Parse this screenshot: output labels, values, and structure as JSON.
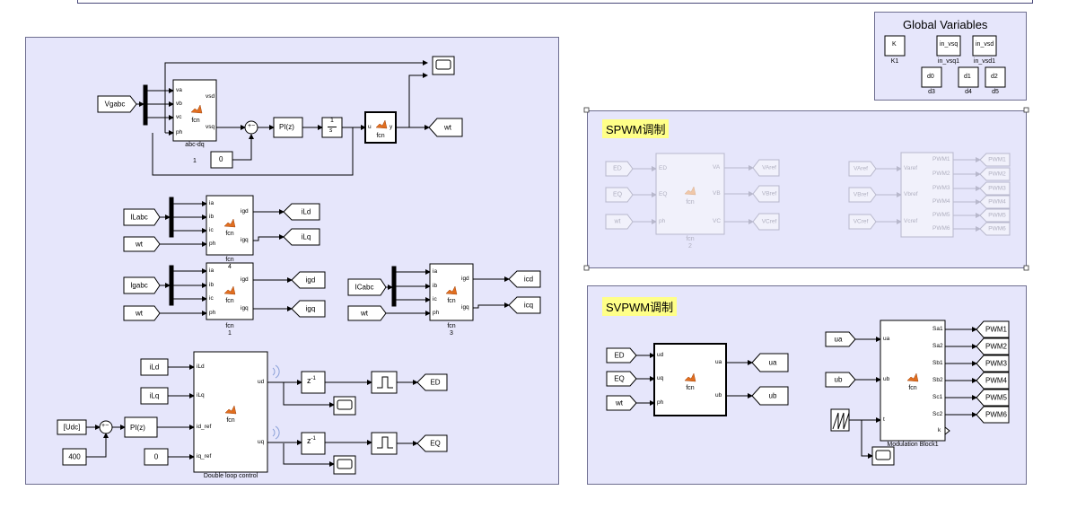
{
  "areas": {
    "global_vars_title": "Global Variables",
    "spwm_title": "SPWM调制",
    "svpwm_title": "SVPWM调制"
  },
  "global_vars": {
    "k1_block": "K",
    "k1_label": "K1",
    "in_vsq_block": "in_vsq",
    "in_vsq_label": "in_vsq1",
    "in_vsd_block": "in_vsd",
    "in_vsd_label": "in_vsd1",
    "d0_block": "d0",
    "d3_label": "d3",
    "d1_block": "d1",
    "d4_label": "d4",
    "d2_block": "d2",
    "d5_label": "d5"
  },
  "abcdq": {
    "input_tag": "Vgabc",
    "ports_in": [
      "va",
      "vb",
      "vc",
      "ph"
    ],
    "ports_out": [
      "vsd",
      "vsq"
    ],
    "fcn": "fcn",
    "name": "abc-dq",
    "pi": "PI(z)",
    "integrator_num": "1",
    "integrator_den": "s",
    "const0": "0",
    "const_label": "1",
    "pll_in": "u",
    "pll_out": "y",
    "pll_fcn": "fcn",
    "wt_tag": "wt"
  },
  "fcn4": {
    "in_tag": "ILabc",
    "wt_tag": "wt",
    "ports_in": [
      "ia",
      "ib",
      "ic",
      "ph"
    ],
    "ports_out": [
      "igd",
      "igq"
    ],
    "fcn": "fcn",
    "name": "fcn\n4",
    "out_d": "iLd",
    "out_q": "iLq"
  },
  "fcn1": {
    "in_tag": "Igabc",
    "wt_tag": "wt",
    "ports_in": [
      "ia",
      "ib",
      "ic",
      "ph"
    ],
    "ports_out": [
      "igd",
      "igq"
    ],
    "fcn": "fcn",
    "name": "fcn\n1",
    "out_d": "igd",
    "out_q": "igq"
  },
  "fcn3": {
    "in_tag": "ICabc",
    "wt_tag": "wt",
    "ports_in": [
      "ia",
      "ib",
      "ic",
      "ph"
    ],
    "ports_out": [
      "igd",
      "igq"
    ],
    "fcn": "fcn",
    "name": "fcn\n3",
    "out_d": "icd",
    "out_q": "icq"
  },
  "double_loop": {
    "in_ild": "iLd",
    "in_ilq": "iLq",
    "udc": "[Udc]",
    "const400": "400",
    "const0": "0",
    "pi": "PI(z)",
    "ports_in": [
      "iLd",
      "iLq",
      "id_ref",
      "iq_ref"
    ],
    "ports_out": [
      "ud",
      "uq"
    ],
    "fcn": "fcn",
    "name": "Double loop control",
    "delay": "z",
    "delay_exp": "-1",
    "out_ed": "ED",
    "out_eq": "EQ"
  },
  "spwm": {
    "in_tags": [
      "ED",
      "EQ",
      "wt"
    ],
    "fcn2_ports_in": [
      "ED",
      "EQ",
      "ph"
    ],
    "fcn2_ports_out": [
      "VA",
      "VB",
      "VC"
    ],
    "fcn2_fcn": "fcn",
    "fcn2_name": "fcn\n2",
    "out_tags": [
      "VAref",
      "VBref",
      "VCref"
    ],
    "in_tags2": [
      "VAref",
      "VBref",
      "VCref"
    ],
    "mod_ports_in": [
      "Varef",
      "Vbref",
      "Vcref"
    ],
    "mod_ports_out": [
      "PWM1",
      "PWM2",
      "PWM3",
      "PWM4",
      "PWM5",
      "PWM6"
    ],
    "pwm_tags": [
      "PWM1",
      "PWM2",
      "PWM3",
      "PWM4",
      "PWM5",
      "PWM6"
    ]
  },
  "svpwm": {
    "in_tags": [
      "ED",
      "EQ",
      "wt"
    ],
    "dq_ports_in": [
      "ud",
      "uq",
      "ph"
    ],
    "dq_ports_out": [
      "ua",
      "ub"
    ],
    "dq_fcn": "fcn",
    "out_tags": [
      "ua",
      "ub"
    ],
    "mod_in_tags": [
      "ua",
      "ub"
    ],
    "mod_ports_in": [
      "ua",
      "ub",
      "t"
    ],
    "mod_ports_out": [
      "Sa1",
      "Sa2",
      "Sb1",
      "Sb2",
      "Sc1",
      "Sc2",
      "k"
    ],
    "mod_fcn": "fcn",
    "mod_name": "Modulation Block1",
    "pwm_tags": [
      "PWM1",
      "PWM2",
      "PWM3",
      "PWM4",
      "PWM5",
      "PWM6"
    ]
  }
}
